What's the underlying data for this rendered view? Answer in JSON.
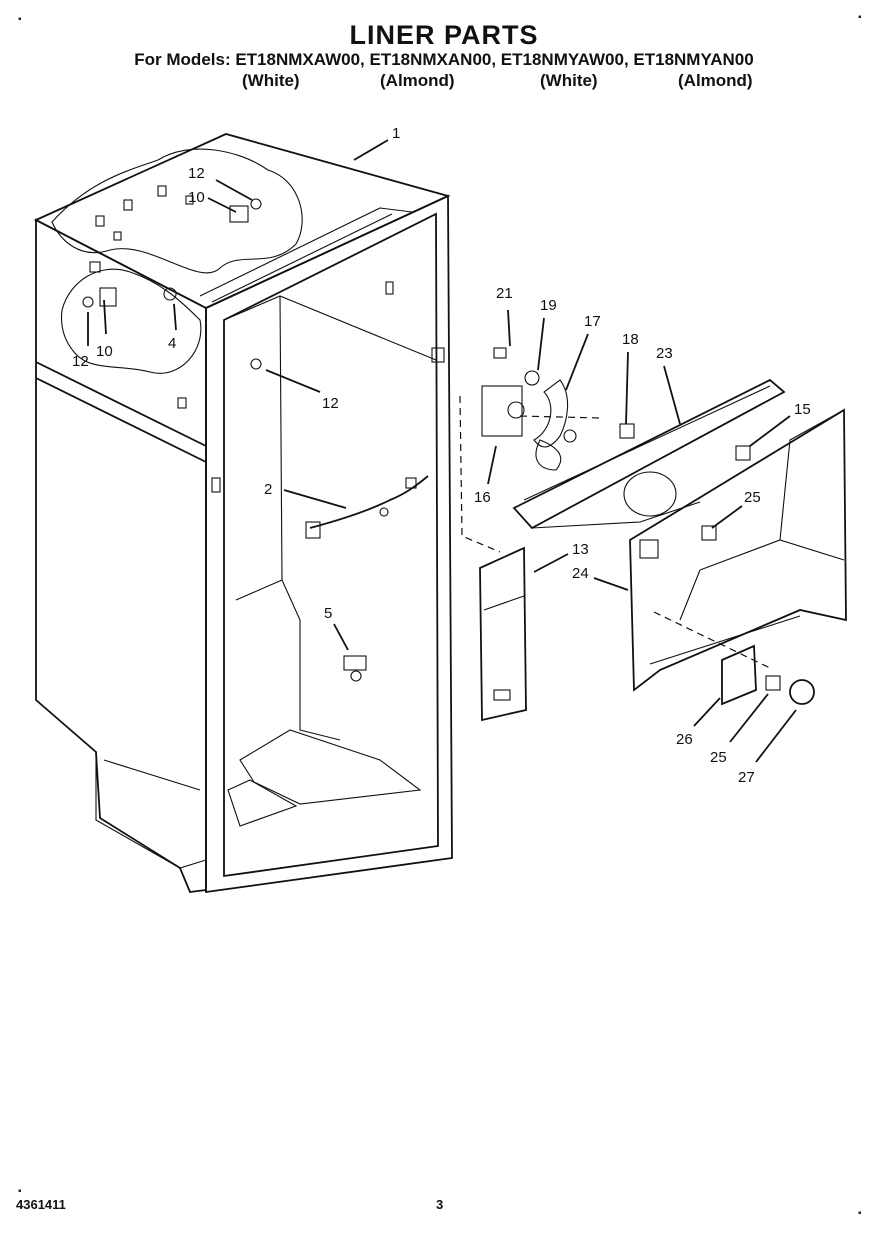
{
  "header": {
    "title": "LINER PARTS",
    "models_line": "For Models: ET18NMXAW00, ET18NMXAN00, ET18NMYAW00, ET18NMYAN00",
    "colors": [
      "(White)",
      "(Almond)",
      "(White)",
      "(Almond)"
    ]
  },
  "footer": {
    "document_number": "4361411",
    "page_number": "3"
  },
  "callouts": [
    {
      "id": "c1",
      "text": "1"
    },
    {
      "id": "c12a",
      "text": "12"
    },
    {
      "id": "c10a",
      "text": "10"
    },
    {
      "id": "c12b",
      "text": "12"
    },
    {
      "id": "c10b",
      "text": "10"
    },
    {
      "id": "c4",
      "text": "4"
    },
    {
      "id": "c12c",
      "text": "12"
    },
    {
      "id": "c2",
      "text": "2"
    },
    {
      "id": "c5",
      "text": "5"
    },
    {
      "id": "c21",
      "text": "21"
    },
    {
      "id": "c19",
      "text": "19"
    },
    {
      "id": "c17",
      "text": "17"
    },
    {
      "id": "c18",
      "text": "18"
    },
    {
      "id": "c23",
      "text": "23"
    },
    {
      "id": "c15",
      "text": "15"
    },
    {
      "id": "c16",
      "text": "16"
    },
    {
      "id": "c25a",
      "text": "25"
    },
    {
      "id": "c13",
      "text": "13"
    },
    {
      "id": "c24",
      "text": "24"
    },
    {
      "id": "c26",
      "text": "26"
    },
    {
      "id": "c25b",
      "text": "25"
    },
    {
      "id": "c27",
      "text": "27"
    }
  ]
}
